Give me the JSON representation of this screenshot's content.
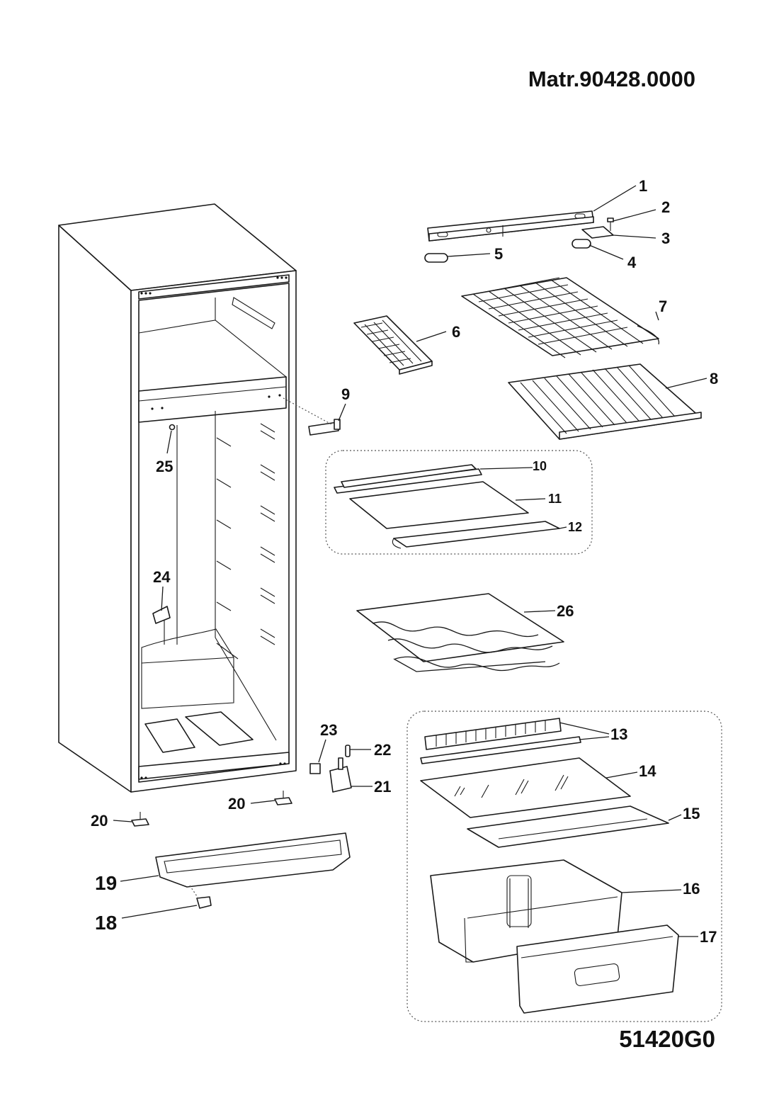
{
  "header": {
    "material_code": "Matr.90428.0000"
  },
  "footer": {
    "drawing_code": "51420G0"
  },
  "callouts": {
    "p1": "1",
    "p2": "2",
    "p3": "3",
    "p4": "4",
    "p5": "5",
    "p6": "6",
    "p7": "7",
    "p8": "8",
    "p9": "9",
    "p10": "10",
    "p11": "11",
    "p12": "12",
    "p13": "13",
    "p14": "14",
    "p15": "15",
    "p16": "16",
    "p17": "17",
    "p18": "18",
    "p19": "19",
    "p20a": "20",
    "p20b": "20",
    "p21": "21",
    "p22": "22",
    "p23": "23",
    "p24": "24",
    "p25": "25",
    "p26": "26"
  }
}
